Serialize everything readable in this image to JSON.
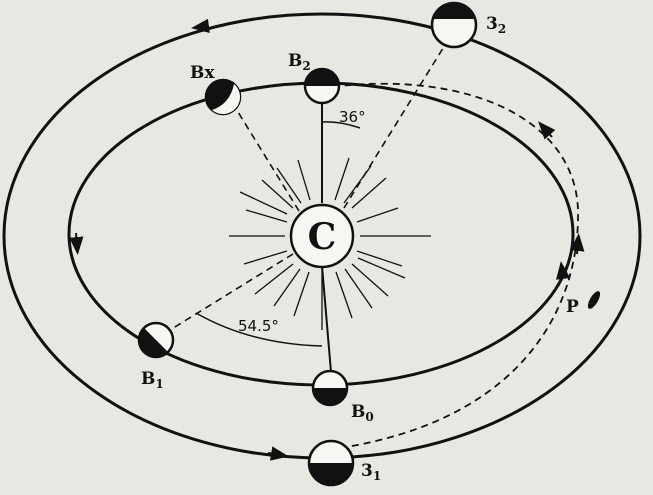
{
  "center": {
    "label": "C"
  },
  "planets": {
    "b0": {
      "main": "B",
      "sub": "0"
    },
    "b1": {
      "main": "B",
      "sub": "1"
    },
    "b2": {
      "main": "B",
      "sub": "2"
    },
    "bx": {
      "main": "Bx"
    },
    "e1": {
      "main": "3",
      "sub": "1"
    },
    "e2": {
      "main": "3",
      "sub": "2"
    }
  },
  "comet": {
    "label": "P"
  },
  "angles": {
    "a1": "36°",
    "a2": "54.5°"
  },
  "colors": {
    "ink": "#111111",
    "paper": "#e9e7e2",
    "disc": "#f7f6f2"
  }
}
